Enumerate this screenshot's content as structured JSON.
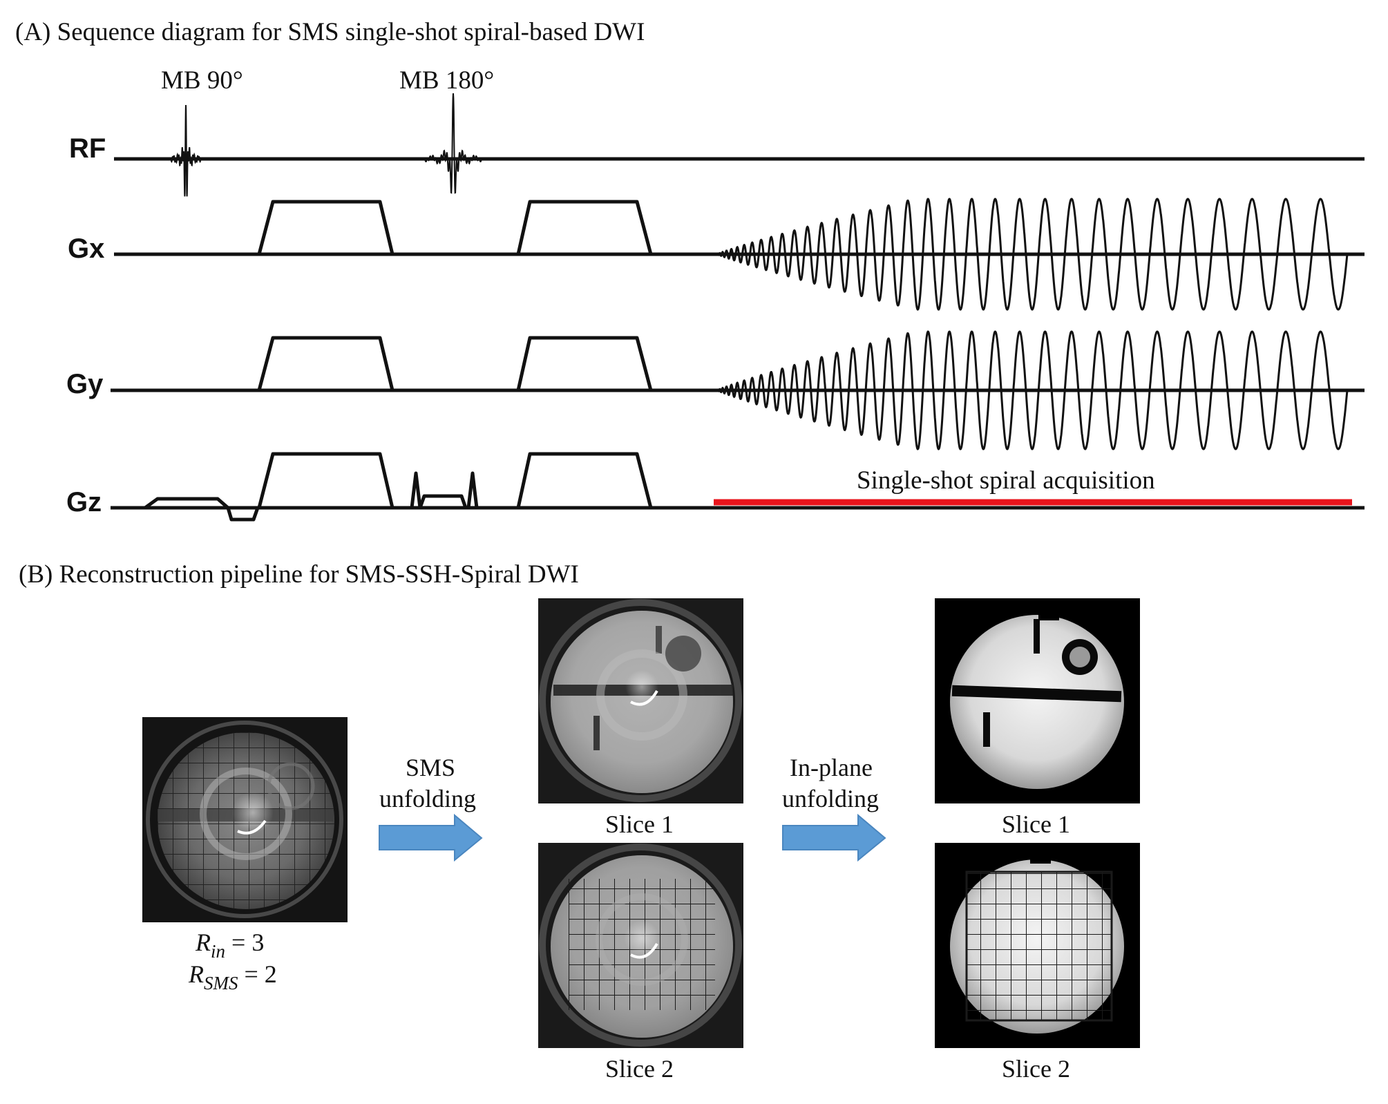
{
  "panel_a": {
    "title": "(A) Sequence diagram for SMS single-shot spiral-based DWI",
    "rf_labels": [
      "MB 90°",
      "MB 180°"
    ],
    "channels": [
      "RF",
      "Gx",
      "Gy",
      "Gz"
    ],
    "acquisition_label": "Single-shot spiral acquisition",
    "acquisition_color": "#e8141c"
  },
  "panel_b": {
    "title": "(B) Reconstruction pipeline for SMS-SSH-Spiral DWI",
    "input_label_line1": "R",
    "input_label_sub1": "in",
    "input_label_eq1": " = 3",
    "input_label_line2": "R",
    "input_label_sub2": "SMS",
    "input_label_eq2": " = 2",
    "step1_line1": "SMS",
    "step1_line2": "unfolding",
    "step2_line1": "In-plane",
    "step2_line2": "unfolding",
    "slice1_label": "Slice 1",
    "slice2_label": "Slice 2",
    "arrow_color": "#5b9bd5"
  }
}
